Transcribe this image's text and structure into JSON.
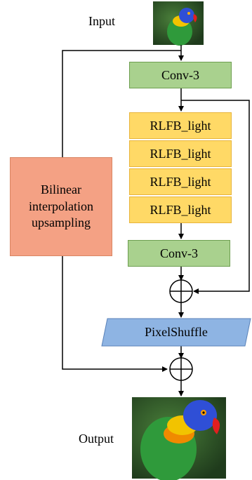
{
  "input_label": "Input",
  "output_label": "Output",
  "conv_top": "Conv-3",
  "conv_bottom": "Conv-3",
  "rlfb_blocks": [
    "RLFB_light",
    "RLFB_light",
    "RLFB_light",
    "RLFB_light"
  ],
  "bilinear": "Bilinear interpolation upsampling",
  "pixelshuffle": "PixelShuffle",
  "colors": {
    "conv": "#a9d18e",
    "rlfb": "#ffd966",
    "bilinear": "#f4a184",
    "pixelshuffle": "#8eb4e3"
  }
}
